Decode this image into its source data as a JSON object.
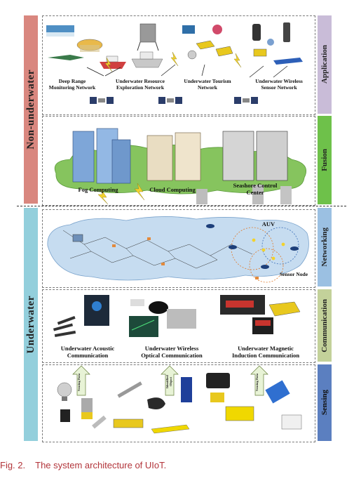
{
  "bands_left": {
    "non_underwater": "Non-underwater",
    "underwater": "Underwater"
  },
  "bands_right": {
    "application": "Application",
    "fusion": "Fusion",
    "networking": "Networking",
    "communication": "Communication",
    "sensing": "Sensing"
  },
  "application": {
    "items": [
      {
        "l1": "Deep Range",
        "l2": "Monitoring Network"
      },
      {
        "l1": "Underwater Resource",
        "l2": "Exploration Network"
      },
      {
        "l1": "Underwater Tourism",
        "l2": "Network"
      },
      {
        "l1": "Underwater Wireless",
        "l2": "Sensor Network"
      }
    ]
  },
  "fusion": {
    "fog": "Fog Computing",
    "cloud": "Cloud Computing",
    "seashore_l1": "Seashore Control",
    "seashore_l2": "Center"
  },
  "networking": {
    "auv": "AUV",
    "sensor_node": "Sensor Node"
  },
  "communication": {
    "acoustic_l1": "Underwater Acoustic",
    "acoustic_l2": "Communication",
    "optical_l1": "Underwater Wireless",
    "optical_l2": "Optical Communication",
    "magnetic_l1": "Underwater Magnetic",
    "magnetic_l2": "Induction Communication"
  },
  "sensing": {
    "arrow1_l1": "Sensing",
    "arrow1_l2": "Data",
    "arrow2_l1": "Identified",
    "arrow2_l2": "Object",
    "arrow3_l1": "Sensing",
    "arrow3_l2": "Data"
  },
  "caption": {
    "label": "Fig. 2.",
    "text": "The system architecture of UIoT."
  },
  "colors": {
    "non_underwater": "#d9877f",
    "underwater": "#93cfdc",
    "application": "#c9bcd8",
    "fusion": "#6ec14a",
    "networking": "#9bc0e2",
    "communication": "#c3d19a",
    "sensing": "#5b7fc0",
    "caption": "#b2343a"
  }
}
